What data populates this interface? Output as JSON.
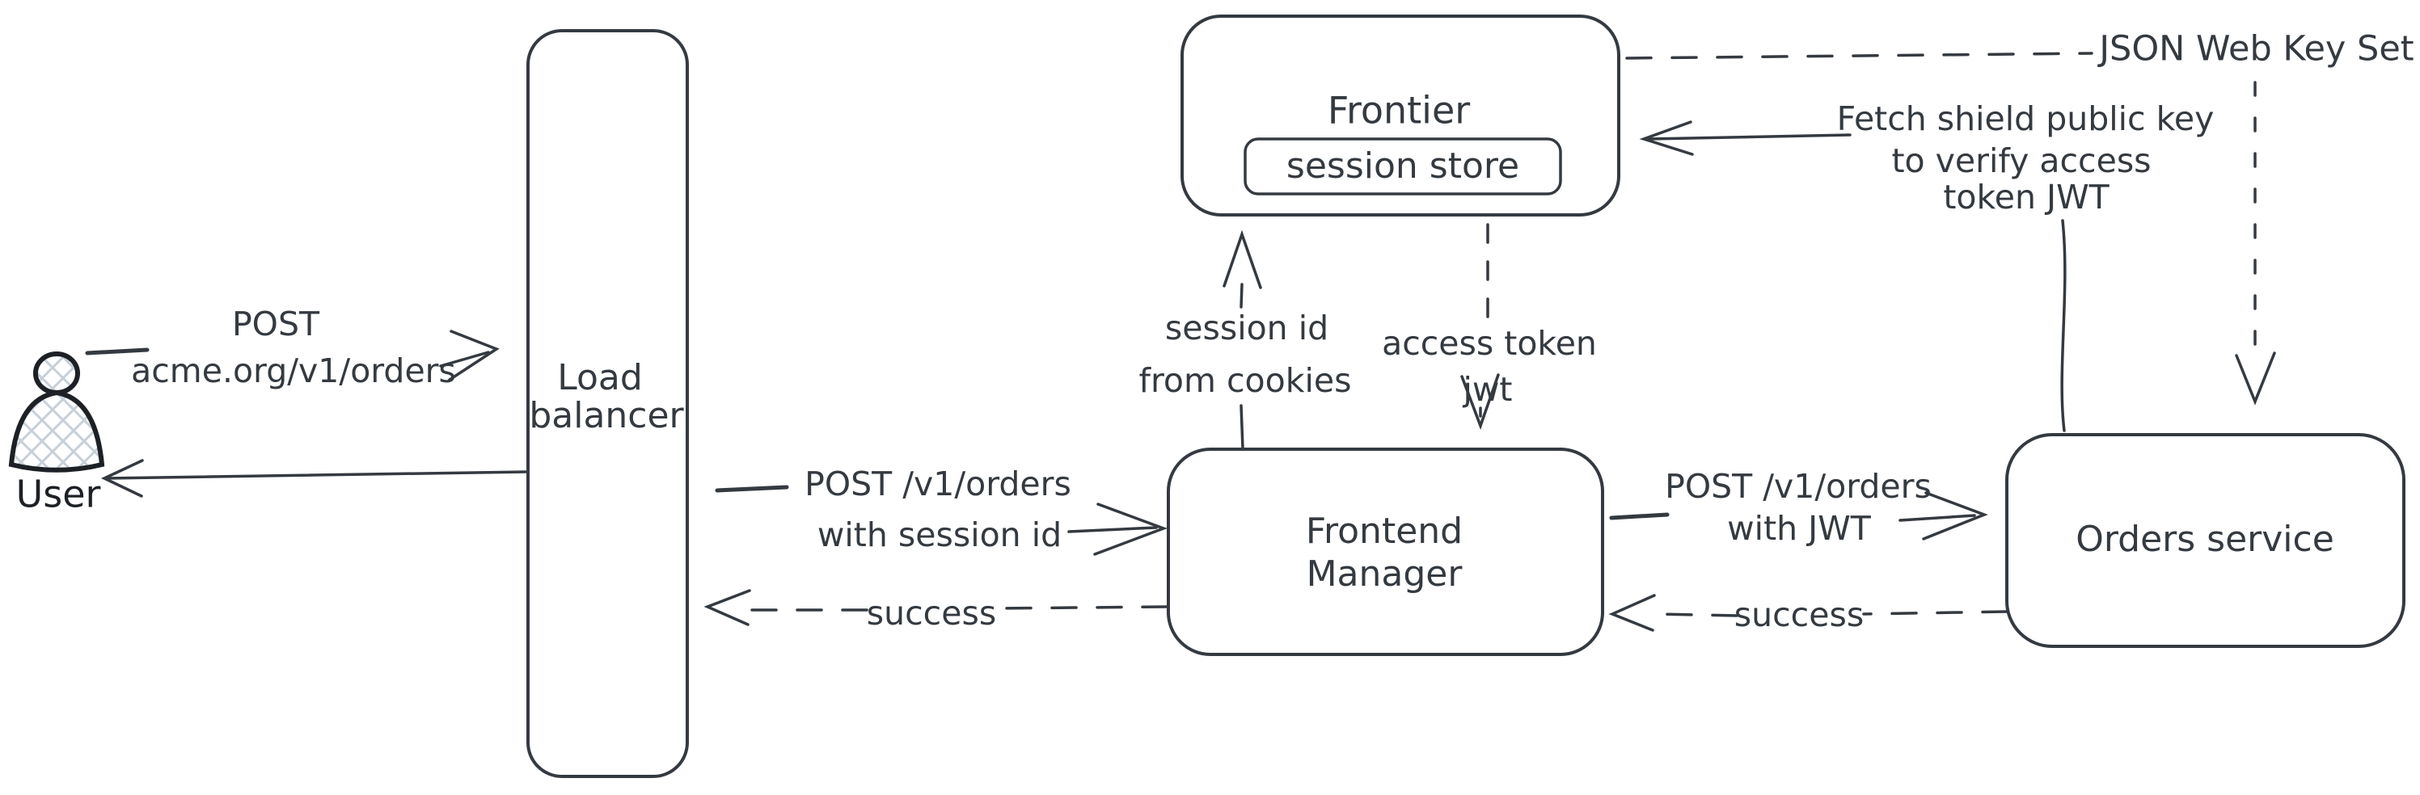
{
  "colors": {
    "stroke": "#343a40",
    "crosshatch": "#c7d0d9",
    "background": "#ffffff"
  },
  "nodes": {
    "user": {
      "label": "User"
    },
    "load_balancer": {
      "line1": "Load",
      "line2": "balancer"
    },
    "frontier": {
      "label": "Frontier",
      "session_store_label": "session store"
    },
    "frontend_manager": {
      "line1": "Frontend",
      "line2": "Manager"
    },
    "orders_service": {
      "label": "Orders service"
    }
  },
  "edges": {
    "user_to_lb": {
      "line1": "POST",
      "line2": "acme.org/v1/orders"
    },
    "lb_to_fm": {
      "line1": "POST /v1/orders",
      "line2": "with session id"
    },
    "fm_to_lb_success": {
      "label": "success"
    },
    "fm_to_frontier": {
      "line1": "session id",
      "line2": "from cookies"
    },
    "frontier_to_fm": {
      "line1": "access token",
      "line2": "jwt"
    },
    "fm_to_orders": {
      "line1": "POST /v1/orders",
      "line2": "with JWT"
    },
    "orders_to_fm_success": {
      "label": "success"
    },
    "orders_to_frontier": {
      "line1": "Fetch shield public key",
      "line2": "to verify access",
      "line3": "token JWT"
    },
    "jwks": {
      "label": "JSON Web Key Set"
    }
  }
}
